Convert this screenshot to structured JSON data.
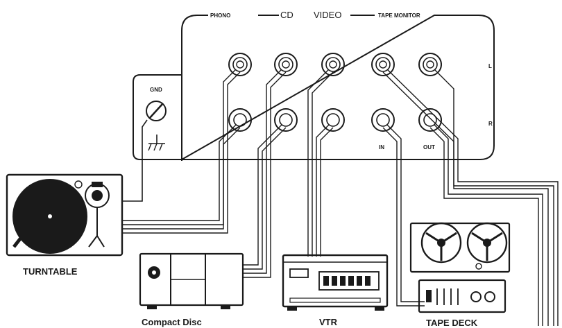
{
  "panel": {
    "inputs": {
      "phono": "PHONO",
      "cd": "CD",
      "video": "VIDEO",
      "tape_monitor": "TAPE MONITOR"
    },
    "channel_l": "L",
    "channel_r": "R",
    "tape_in": "IN",
    "tape_out": "OUT",
    "gnd": "GND"
  },
  "devices": {
    "turntable": "TURNTABLE",
    "cd_player": "Compact Disc",
    "vtr": "VTR",
    "tape_deck": "TAPE DECK"
  },
  "colors": {
    "ink": "#1a1a1a",
    "device_body": "#1a1a1a",
    "paper": "#ffffff"
  }
}
